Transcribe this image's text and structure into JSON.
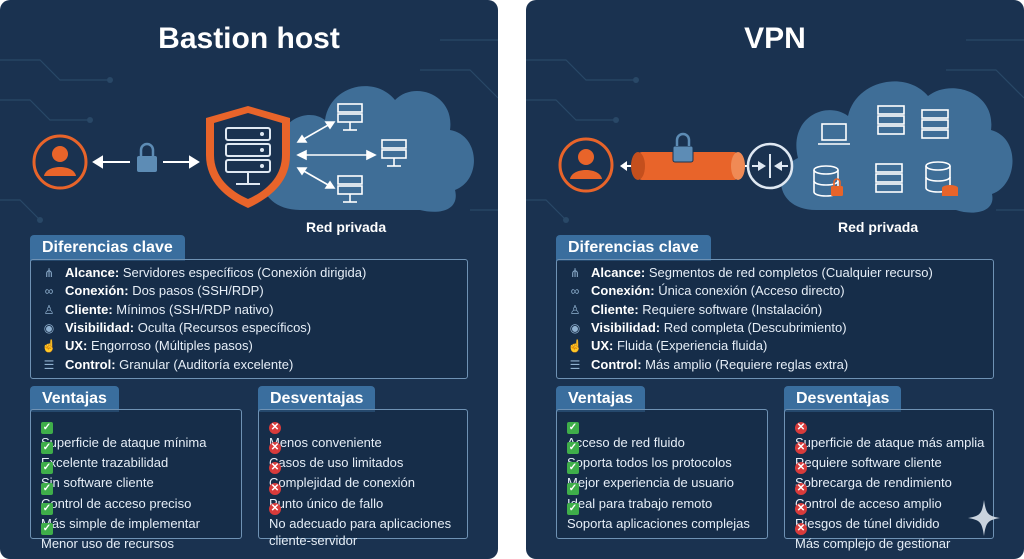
{
  "left": {
    "title": "Bastion host",
    "private_label": "Red privada",
    "diff_title": "Diferencias clave",
    "diffs": [
      {
        "icon": "hierarchy-icon",
        "key": "Alcance:",
        "value": "Servidores específicos (Conexión dirigida)"
      },
      {
        "icon": "link-icon",
        "key": "Conexión:",
        "value": "Dos pasos (SSH/RDP)"
      },
      {
        "icon": "user-icon",
        "key": "Cliente:",
        "value": "Mínimos (SSH/RDP nativo)"
      },
      {
        "icon": "eye-icon",
        "key": "Visibilidad:",
        "value": "Oculta (Recursos específicos)"
      },
      {
        "icon": "hand-pointer-icon",
        "key": "UX:",
        "value": "Engorroso (Múltiples pasos)"
      },
      {
        "icon": "list-icon",
        "key": "Control:",
        "value": "Granular (Auditoría excelente)"
      }
    ],
    "pros_title": "Ventajas",
    "pros": [
      "Superficie de ataque mínima",
      "Excelente trazabilidad",
      "Sin software cliente",
      "Control de acceso preciso",
      "Más simple de implementar",
      "Menor uso de recursos"
    ],
    "cons_title": "Desventajas",
    "cons": [
      "Menos conveniente",
      "Casos de uso limitados",
      "Complejidad de conexión",
      "Punto único de fallo",
      "No adecuado para aplicaciones cliente-servidor"
    ]
  },
  "right": {
    "title": "VPN",
    "private_label": "Red privada",
    "diff_title": "Diferencias clave",
    "diffs": [
      {
        "icon": "hierarchy-icon",
        "key": "Alcance:",
        "value": "Segmentos de red completos (Cualquier recurso)"
      },
      {
        "icon": "link-icon",
        "key": "Conexión:",
        "value": "Única conexión (Acceso directo)"
      },
      {
        "icon": "user-icon",
        "key": "Cliente:",
        "value": "Requiere software (Instalación)"
      },
      {
        "icon": "eye-icon",
        "key": "Visibilidad:",
        "value": "Red completa (Descubrimiento)"
      },
      {
        "icon": "hand-pointer-icon",
        "key": "UX:",
        "value": "Fluida (Experiencia fluida)"
      },
      {
        "icon": "list-icon",
        "key": "Control:",
        "value": "Más amplio (Requiere reglas extra)"
      }
    ],
    "pros_title": "Ventajas",
    "pros": [
      "Acceso de red fluido",
      "Soporta todos los protocolos",
      "Mejor experiencia de usuario",
      "Ideal para trabajo remoto",
      "Soporta aplicaciones complejas"
    ],
    "cons_title": "Desventajas",
    "cons": [
      "Superficie de ataque más amplia",
      "Requiere software cliente",
      "Sobrecarga de rendimiento",
      "Control de acceso amplio",
      "Riesgos de túnel dividido",
      "Más complejo de gestionar"
    ]
  },
  "colors": {
    "panel": "#1a3250",
    "accent_orange": "#e8642a",
    "section_head": "#3a6e9e",
    "check": "#3fae4a",
    "cross": "#d83b3b",
    "cloud": "#3f6e97"
  }
}
